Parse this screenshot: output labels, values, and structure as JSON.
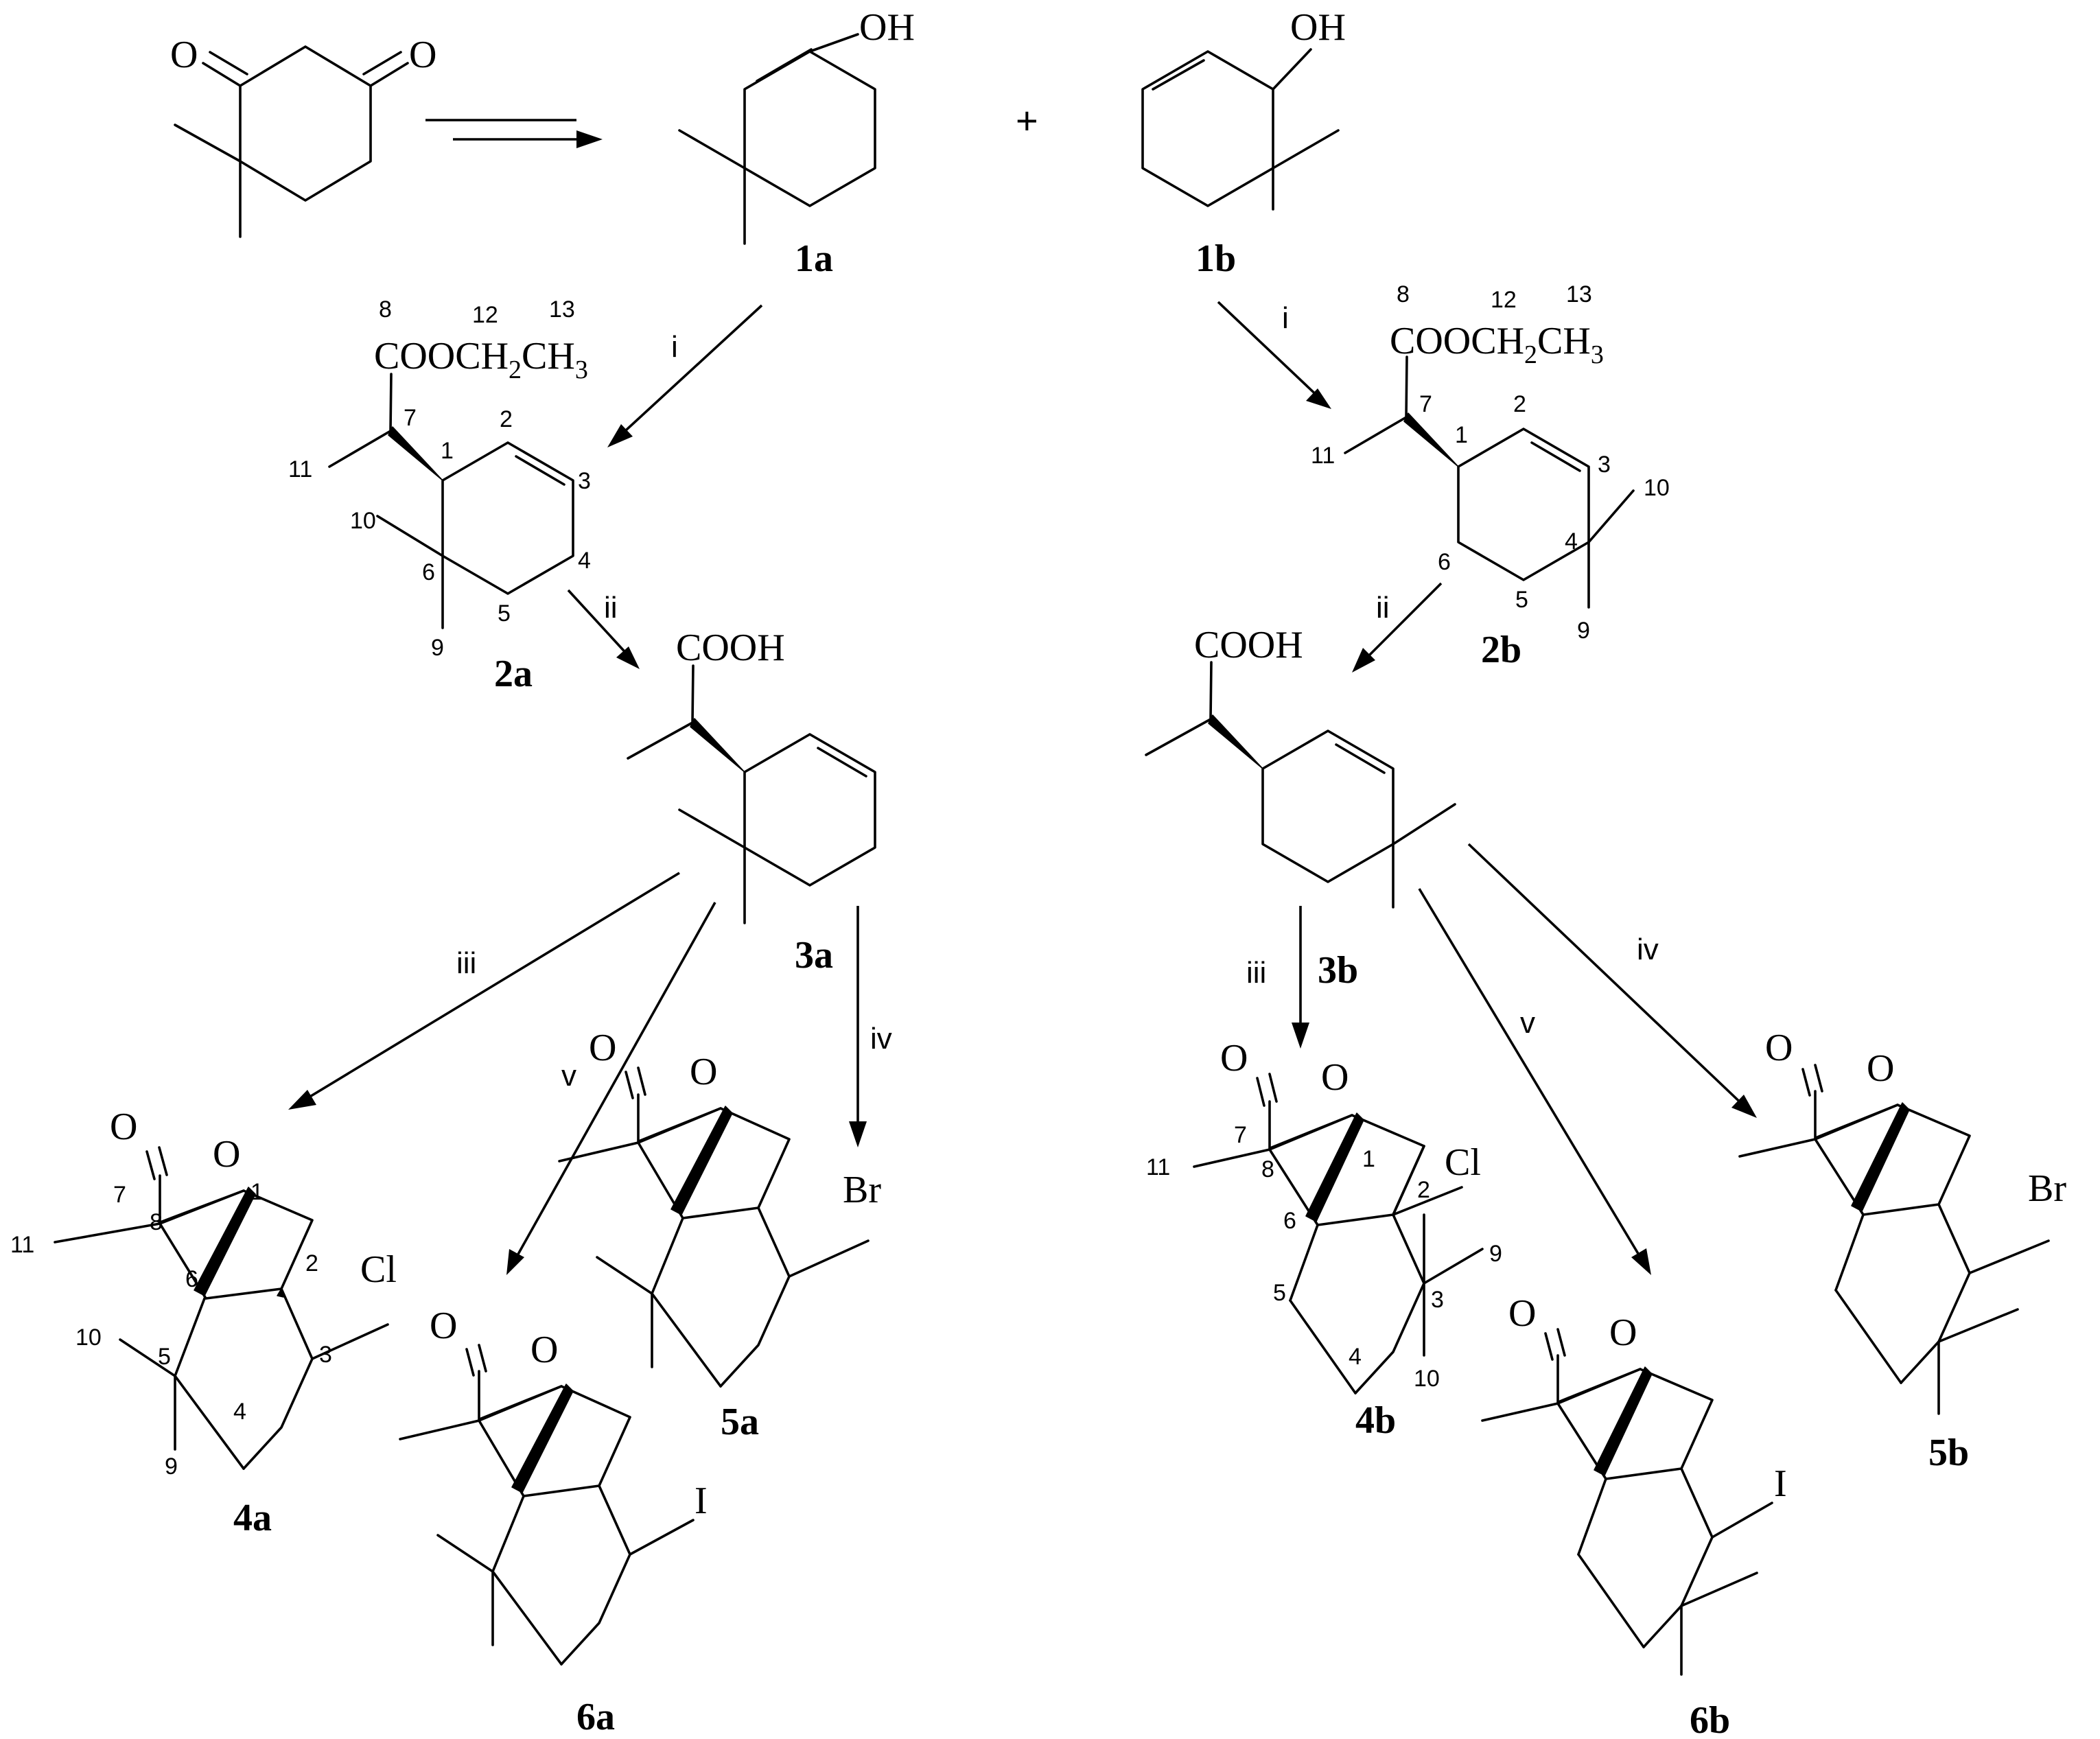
{
  "compounds": {
    "c1a": "1a",
    "c1b": "1b",
    "c2a": "2a",
    "c2b": "2b",
    "c3a": "3a",
    "c3b": "3b",
    "c4a": "4a",
    "c4b": "4b",
    "c5a": "5a",
    "c5b": "5b",
    "c6a": "6a",
    "c6b": "6b"
  },
  "reagents": {
    "i": "i",
    "ii": "ii",
    "iii": "iii",
    "iv": "iv",
    "v": "v"
  },
  "atoms": {
    "O": "O",
    "OH": "OH",
    "Cl": "Cl",
    "Br": "Br",
    "I": "I",
    "COOH": "COOH",
    "ester_main": "COOCH",
    "ester_sub2": "2",
    "ester_ch": "CH",
    "ester_sub3": "3"
  },
  "plus": "+",
  "numbering": {
    "n1": "1",
    "n2": "2",
    "n3": "3",
    "n4": "4",
    "n5": "5",
    "n6": "6",
    "n7": "7",
    "n8": "8",
    "n9": "9",
    "n10": "10",
    "n11": "11",
    "n12": "12",
    "n13": "13"
  }
}
